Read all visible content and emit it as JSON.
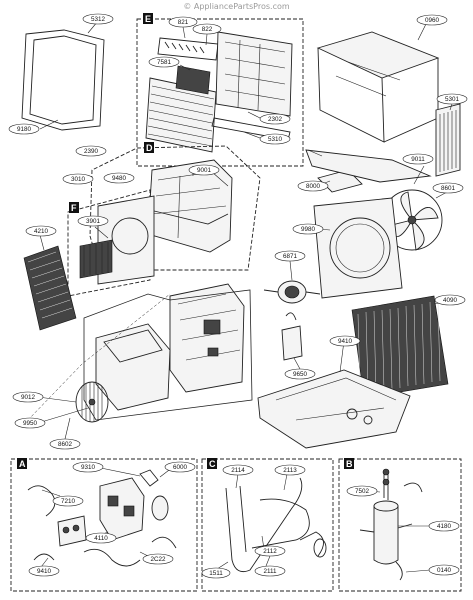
{
  "watermark": "© AppliancePartsPros.com",
  "sections": {
    "E": "E",
    "D": "D",
    "F": "F",
    "A": "A",
    "C": "C",
    "B": "B"
  },
  "labels": {
    "l5312": "5312",
    "l9180": "9180",
    "l821": "821",
    "l822": "822",
    "l7581": "7581",
    "l2302": "2302",
    "l5310": "5310",
    "l0960": "0960",
    "l5301": "5301",
    "l2390": "2390",
    "l9001": "9001",
    "l3010": "3010",
    "l9480": "9480",
    "l3901": "3901",
    "l4210": "4210",
    "l8000": "8000",
    "l9011": "9011",
    "l8601": "8601",
    "l9980": "9980",
    "l6871": "6871",
    "l4090": "4090",
    "l9410": "9410",
    "l9650": "9650",
    "l9012": "9012",
    "l9950": "9950",
    "l8602": "8602",
    "l9310": "9310",
    "l6000": "6000",
    "l7210": "7210",
    "l4110": "4110",
    "l2C22": "2C22",
    "l9410b": "9410",
    "l2114": "2114",
    "l2113": "2113",
    "l2112": "2112",
    "l2111": "2111",
    "l1511": "1511",
    "l7502": "7502",
    "l4180": "4180",
    "l0140": "0140"
  }
}
